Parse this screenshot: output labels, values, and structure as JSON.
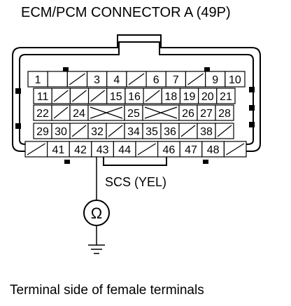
{
  "title": "ECM/PCM CONNECTOR A (49P)",
  "probe_label": "SCS (YEL)",
  "meter_symbol": "Ω",
  "caption": "Terminal side of female terminals",
  "connector": {
    "rows": [
      [
        "1",
        "",
        "/",
        "3",
        "4",
        "/",
        "6",
        "7",
        "/",
        "9",
        "10"
      ],
      [
        "11",
        "/",
        "/",
        "/",
        "15",
        "16",
        "/",
        "18",
        "19",
        "20",
        "21"
      ],
      [
        "22",
        "/",
        "24",
        "X",
        "25",
        "X",
        "26",
        "27",
        "28"
      ],
      [
        "29",
        "30",
        "/",
        "32",
        "/",
        "34",
        "35",
        "36",
        "/",
        "38",
        "/"
      ],
      [
        "/",
        "41",
        "42",
        "43",
        "44",
        "/",
        "46",
        "47",
        "48",
        "/"
      ]
    ],
    "probed_terminal": "43"
  }
}
